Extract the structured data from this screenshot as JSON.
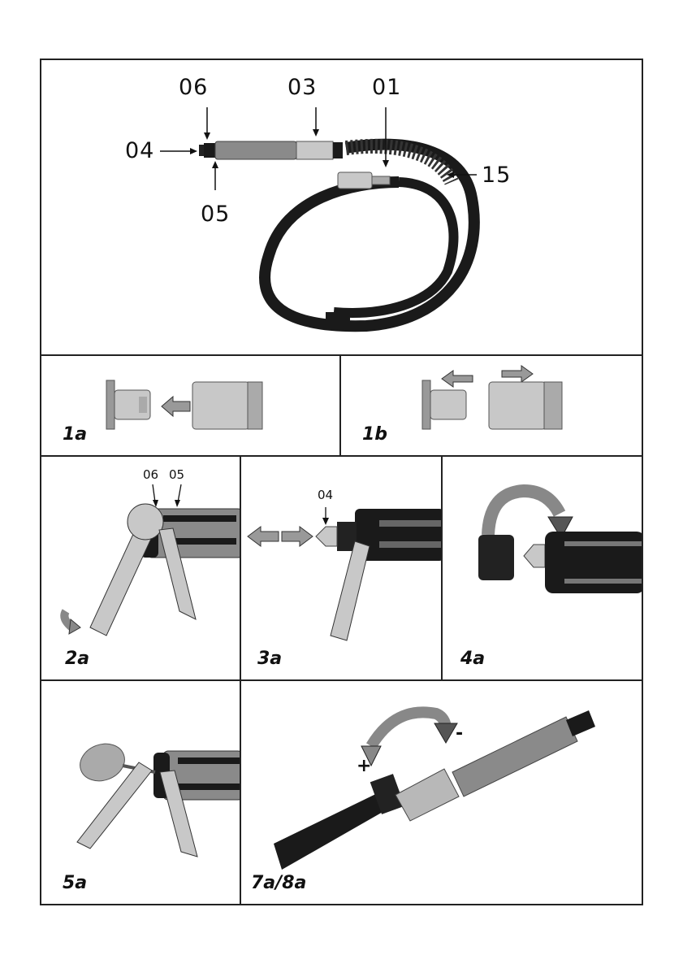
{
  "overview": {
    "labels": {
      "c06": "06",
      "c03": "03",
      "c01": "01",
      "c04": "04",
      "c05": "05",
      "c15": "15"
    }
  },
  "panels": {
    "p1a": {
      "label": "1a"
    },
    "p1b": {
      "label": "1b"
    },
    "p2a": {
      "label": "2a",
      "callout_06": "06",
      "callout_05": "05"
    },
    "p3a": {
      "label": "3a",
      "callout_04": "04"
    },
    "p4a": {
      "label": "4a"
    },
    "p5a": {
      "label": "5a"
    },
    "p7a": {
      "label": "7a/8a",
      "minus": "-",
      "plus": "+"
    }
  },
  "colors": {
    "border": "#222222",
    "hose": "#1a1a1a",
    "body_grey": "#8a8a8a",
    "metal": "#c8c8c8"
  }
}
